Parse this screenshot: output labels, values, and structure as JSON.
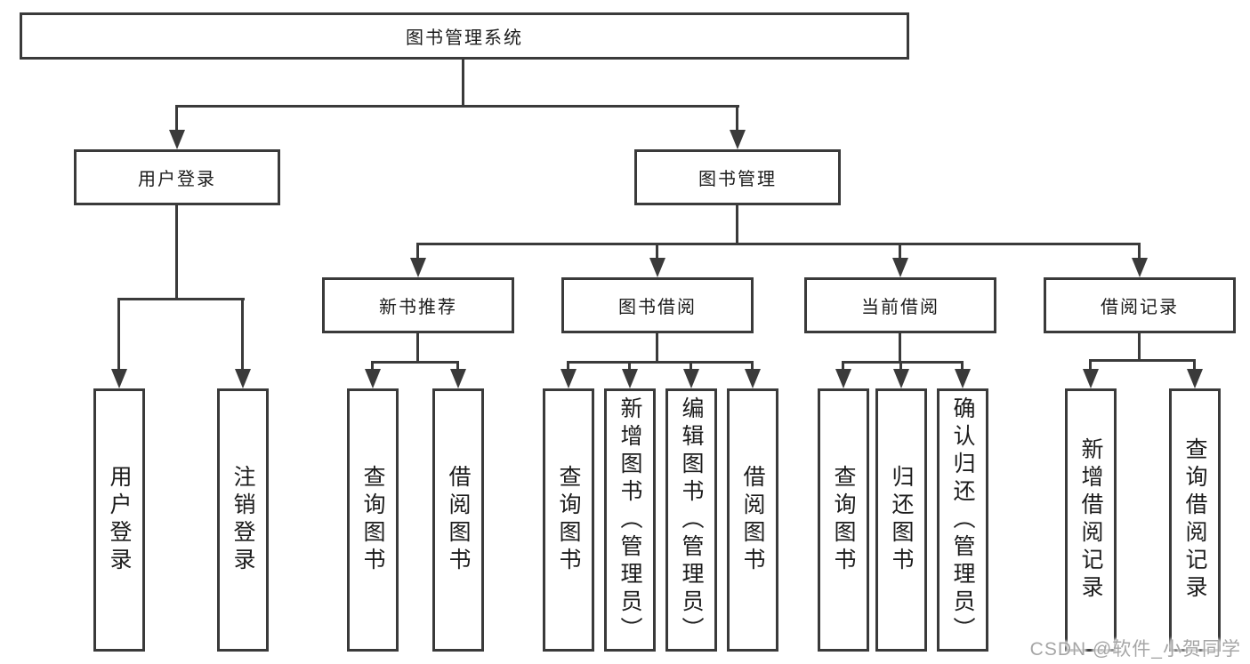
{
  "nodes": {
    "root": "图书管理系统",
    "user_login": "用户登录",
    "book_mgmt": "图书管理",
    "new_book": "新书推荐",
    "book_borrow": "图书借阅",
    "current_borrow": "当前借阅",
    "borrow_record": "借阅记录",
    "leaf_login": "用户登录",
    "leaf_logout": "注销登录",
    "leaf_nb_query": "查询图书",
    "leaf_nb_borrow": "借阅图书",
    "leaf_bb_query": "查询图书",
    "leaf_bb_add": "新增图书（管理员）",
    "leaf_bb_edit": "编辑图书（管理员）",
    "leaf_bb_borrow": "借阅图书",
    "leaf_cb_query": "查询图书",
    "leaf_cb_return": "归还图书",
    "leaf_cb_confirm": "确认归还（管理员）",
    "leaf_br_add": "新增借阅记录",
    "leaf_br_query": "查询借阅记录"
  },
  "structure": {
    "图书管理系统": [
      "用户登录",
      "图书管理"
    ],
    "用户登录": [
      "用户登录",
      "注销登录"
    ],
    "图书管理": [
      "新书推荐",
      "图书借阅",
      "当前借阅",
      "借阅记录"
    ],
    "新书推荐": [
      "查询图书",
      "借阅图书"
    ],
    "图书借阅": [
      "查询图书",
      "新增图书（管理员）",
      "编辑图书（管理员）",
      "借阅图书"
    ],
    "当前借阅": [
      "查询图书",
      "归还图书",
      "确认归还（管理员）"
    ],
    "借阅记录": [
      "新增借阅记录",
      "查询借阅记录"
    ]
  },
  "watermark": "CSDN @软件_小贺同学",
  "colors": {
    "line": "#3a3a3a",
    "text": "#1c1c1c",
    "watermark": "#a6a6a6",
    "background": "#ffffff"
  }
}
